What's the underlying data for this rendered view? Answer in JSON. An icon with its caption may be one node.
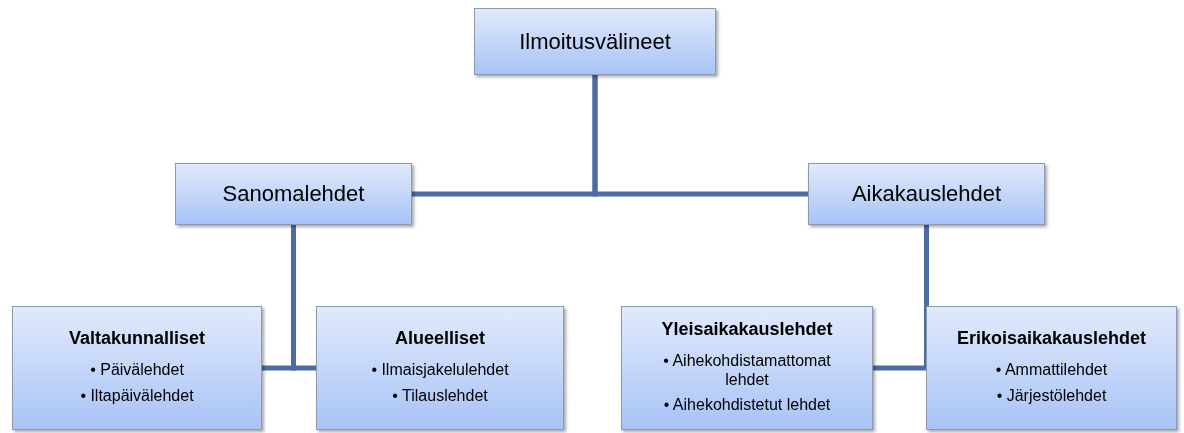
{
  "diagram": {
    "nodes": [
      {
        "text": [
          "Ilmoitusvälineet"
        ]
      },
      {
        "text": [
          "Sanomalehdet"
        ]
      },
      {
        "text": [
          "Aikakauslehdet"
        ]
      },
      {
        "text": [
          "Valtakunnalliset",
          "• Päivälehdet",
          "• Iltapäivälehdet"
        ]
      },
      {
        "text": [
          "Alueelliset",
          "• Ilmaisjakelulehdet",
          "• Tilauslehdet"
        ]
      },
      {
        "text": [
          "Yleisaikakauslehdet",
          "• Aihekohdistamattomat lehdet",
          "• Aihekohdistetut lehdet"
        ]
      },
      {
        "text": [
          "Erikoisaikakauslehdet",
          "• Ammattilehdet",
          "• Järjestölehdet"
        ]
      }
    ],
    "edges": [
      {
        "from": 0,
        "to": 1,
        "arrow": "none"
      },
      {
        "from": 0,
        "to": 2,
        "arrow": "none"
      },
      {
        "from": 1,
        "to": 3,
        "arrow": "none"
      },
      {
        "from": 1,
        "to": 4,
        "arrow": "none"
      },
      {
        "from": 2,
        "to": 5,
        "arrow": "none"
      },
      {
        "from": 2,
        "to": 6,
        "arrow": "none"
      }
    ]
  }
}
